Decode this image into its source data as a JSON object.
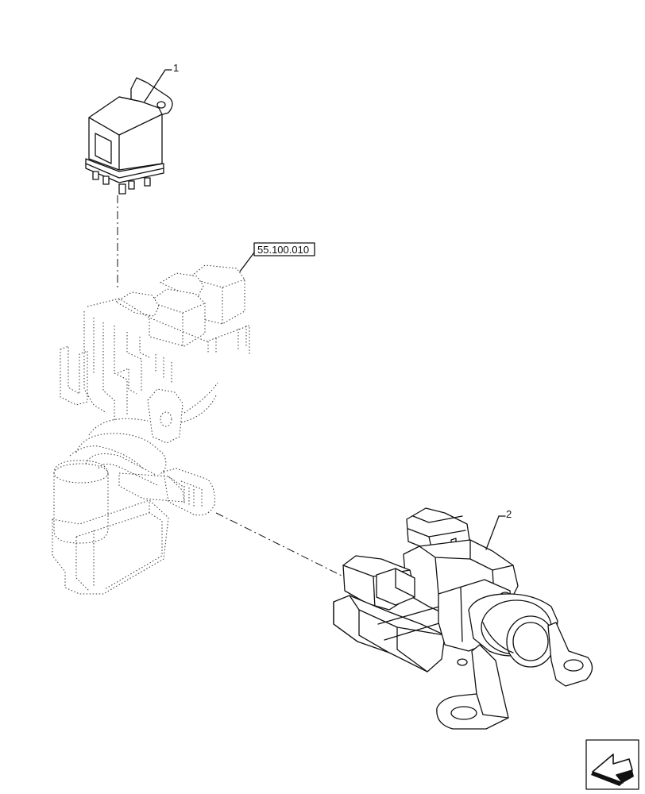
{
  "callouts": {
    "item_1": "1",
    "item_2": "2",
    "reference": "55.100.010"
  },
  "icons": {
    "navigation": "arrow-icon"
  },
  "colors": {
    "line": "#111111",
    "background": "#ffffff"
  }
}
